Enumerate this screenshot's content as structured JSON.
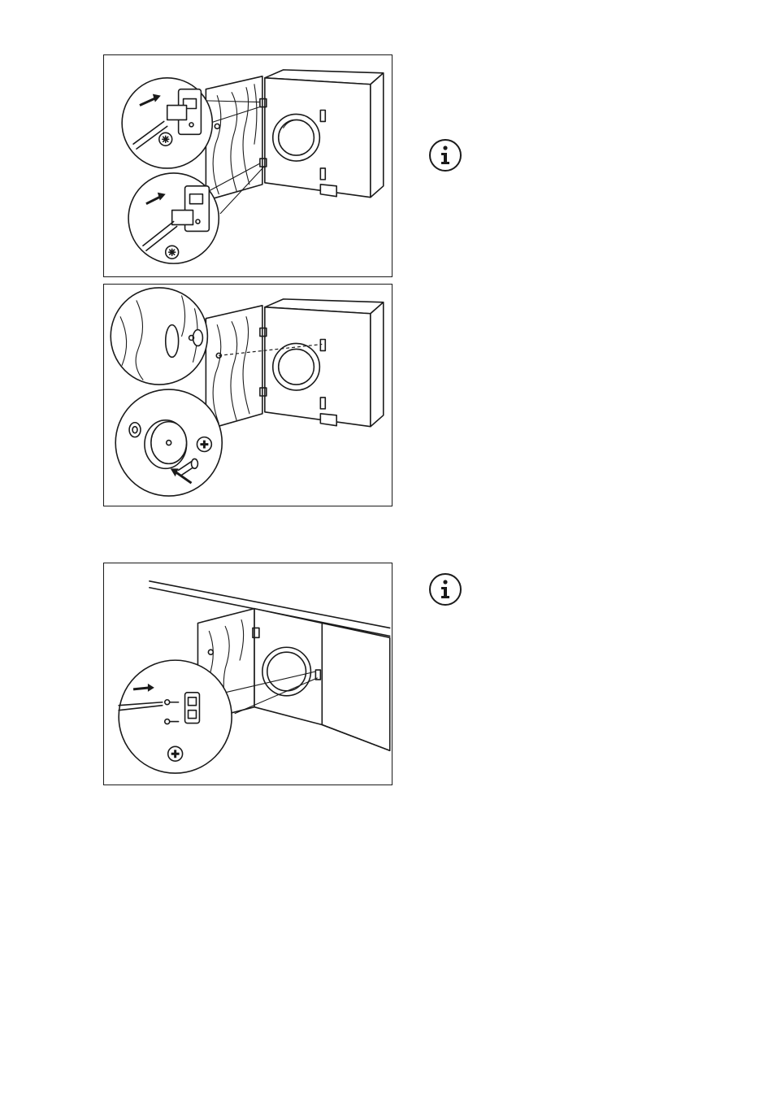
{
  "page": {
    "background": "#ffffff",
    "line_color": "#1a1a1a"
  },
  "figures": [
    {
      "id": "fig1",
      "name": "hinge-adjustment-illustration",
      "icons": [
        "arrow-icon",
        "torx-screwdriver-icon"
      ]
    },
    {
      "id": "fig2",
      "name": "door-stopper-illustration",
      "icons": [
        "arrow-icon",
        "phillips-screwdriver-icon"
      ]
    },
    {
      "id": "fig3",
      "name": "magnet-catch-illustration",
      "icons": [
        "arrow-icon",
        "phillips-screwdriver-icon"
      ]
    }
  ],
  "notes": [
    {
      "icon": "info-icon"
    },
    {
      "icon": "info-icon"
    }
  ]
}
